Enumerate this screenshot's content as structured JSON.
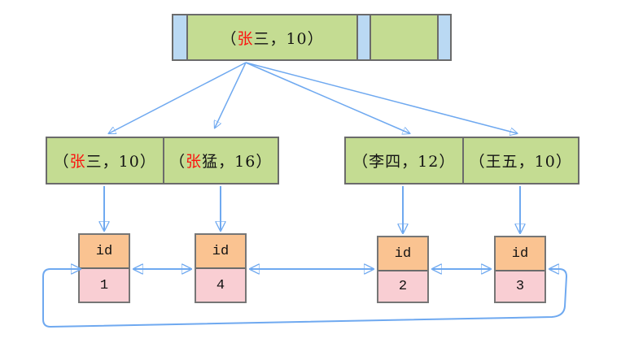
{
  "diagram_type": "bplus-tree-index",
  "colors": {
    "node_green": "#c4dc92",
    "pointer_blue": "#bad9f3",
    "id_orange": "#fac391",
    "value_pink": "#f9ced3",
    "border_gray": "#6b6b6b",
    "arrow_blue": "#6fa9f0",
    "highlight_red": "#fc1410",
    "text_black": "#141414"
  },
  "root_node": {
    "key": {
      "pre": "（",
      "red": "张",
      "post": "三，10）"
    },
    "empty_key": ""
  },
  "branch_nodes": [
    {
      "cells": [
        {
          "pre": "（",
          "red": "张",
          "post": "三，10）"
        },
        {
          "pre": "（",
          "red": "张",
          "post": "猛，16）"
        }
      ]
    },
    {
      "cells": [
        {
          "pre": "（李四，12）",
          "red": "",
          "post": ""
        },
        {
          "pre": "（王五，10）",
          "red": "",
          "post": ""
        }
      ]
    }
  ],
  "leaf_nodes": [
    {
      "label": "id",
      "value": "1"
    },
    {
      "label": "id",
      "value": "4"
    },
    {
      "label": "id",
      "value": "2"
    },
    {
      "label": "id",
      "value": "3"
    }
  ]
}
